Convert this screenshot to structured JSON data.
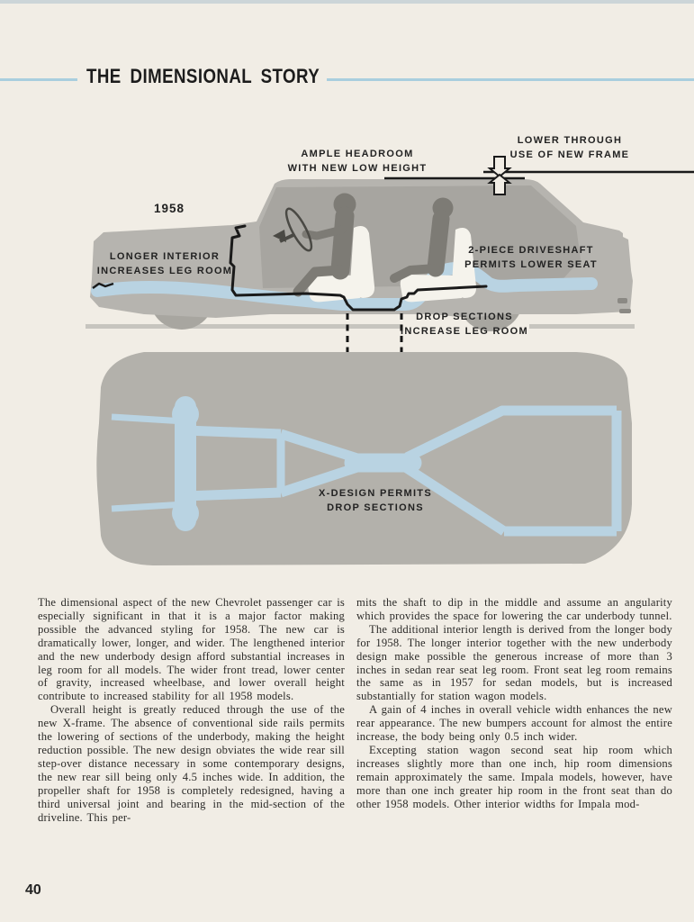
{
  "page": {
    "title": "THE DIMENSIONAL STORY",
    "page_number": "40"
  },
  "diagram": {
    "labels": {
      "headroom_line1": "AMPLE HEADROOM",
      "headroom_line2": "WITH NEW LOW HEIGHT",
      "lower_line1": "LOWER THROUGH",
      "lower_line2": "USE OF NEW FRAME",
      "year": "1958",
      "interior_line1": "LONGER INTERIOR",
      "interior_line2": "INCREASES LEG ROOM",
      "driveshaft_line1": "2-PIECE DRIVESHAFT",
      "driveshaft_line2": "PERMITS LOWER SEAT",
      "drop_line1": "DROP SECTIONS",
      "drop_line2": "INCREASE LEG ROOM",
      "xdesign_line1": "X-DESIGN PERMITS",
      "xdesign_line2": "DROP SECTIONS"
    },
    "icons": [
      "height-reduction-down-arrow",
      "height-reduction-up-arrow"
    ],
    "colors": {
      "paper": "#f1ede5",
      "rule_blue": "#a9cede",
      "body_gray": "#b6b4af",
      "cabin_gray": "#a7a5a0",
      "figure_gray": "#7d7b75",
      "seat_white": "#f5f3ec",
      "frame_blue": "#b9d3e2",
      "ground_gray": "#c7c5bf",
      "wheel_gray": "#a8a6a0",
      "line_black": "#1a1a1a"
    }
  },
  "article": {
    "columns": [
      {
        "paragraphs": [
          {
            "text": "The dimensional aspect of the new Chevrolet passenger car is especially significant in that it is a major factor making possible the advanced styling for 1958.  The new car is dramatically lower, longer, and wider.  The lengthened interior and the new underbody design afford substantial increases in leg room for all models.  The wider front tread, lower center of gravity, increased wheelbase, and lower overall height contribute to increased stability for all 1958 models."
          },
          {
            "text": "Overall height is greatly reduced through the use of the new X-frame.  The absence of conventional side rails permits the lowering of sections of the underbody, making the height reduction possible.  The new design obviates the wide rear sill step-over distance necessary in some contemporary designs, the new rear sill being only 4.5 inches wide.  In addition, the propeller shaft for 1958 is completely redesigned, having a third universal joint and bearing in the mid-section of the driveline.  This per-"
          }
        ]
      },
      {
        "paragraphs": [
          {
            "text": "mits the shaft to dip in the middle and assume an angularity which provides the space for lowering the car underbody tunnel."
          },
          {
            "text": "The additional interior length is derived from the longer body for 1958.  The longer interior together with the new underbody design make possible the generous increase of more than 3 inches in sedan rear seat leg room.  Front seat leg room remains the same as in 1957 for sedan models, but is increased substantially for station wagon models."
          },
          {
            "text": "A gain of 4 inches in overall vehicle width enhances the new rear appearance.  The new bumpers account for almost the entire increase, the body being only 0.5 inch wider."
          },
          {
            "text": "Excepting station wagon second seat hip room which increases slightly more than one inch, hip room dimensions remain approximately the same.  Impala models, however, have more than one inch greater hip room in the front seat than do other 1958 models.  Other interior widths for Impala mod-"
          }
        ]
      }
    ]
  }
}
